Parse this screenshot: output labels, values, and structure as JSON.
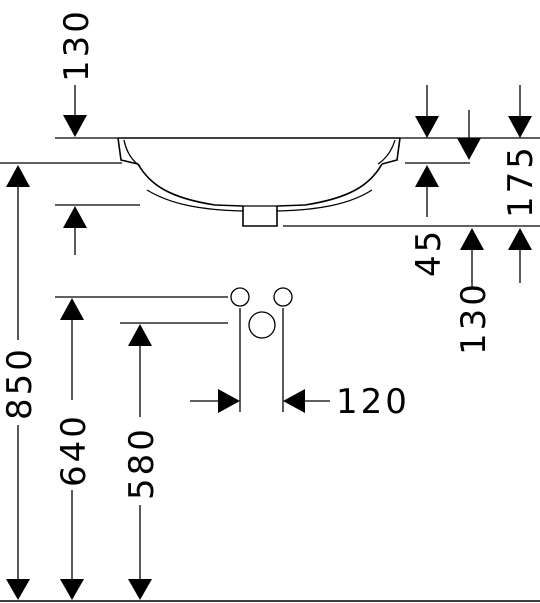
{
  "dimensions": {
    "top_130": "130",
    "right_175": "175",
    "right_45": "45",
    "right_130": "130",
    "height_850": "850",
    "height_640": "640",
    "height_580": "580",
    "spacing_120": "120"
  }
}
